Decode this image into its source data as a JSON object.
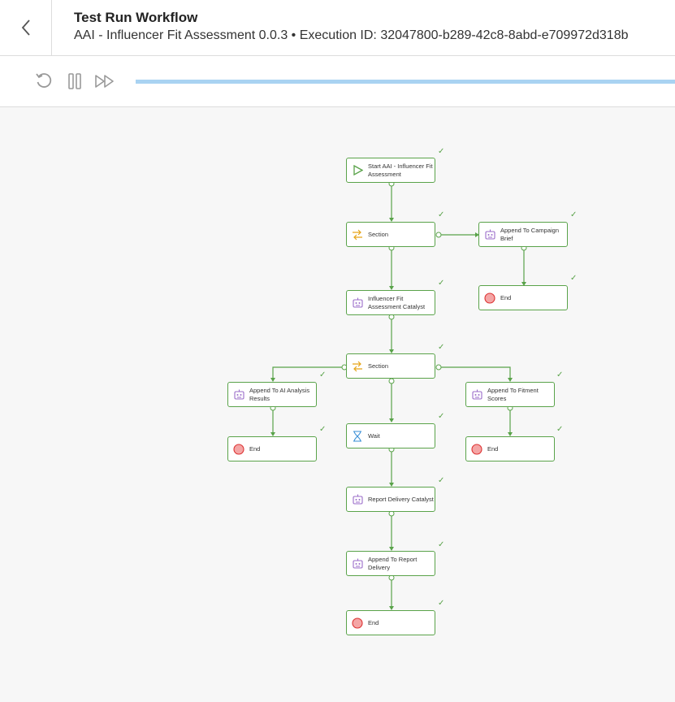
{
  "header": {
    "title": "Test Run Workflow",
    "subtitle": "AAI - Influencer Fit Assessment 0.0.3 • Execution ID: 32047800-b289-42c8-8abd-e709972d318b"
  },
  "toolbar": {
    "buttons": [
      "restart-icon",
      "pause-icon",
      "fast-forward-icon"
    ],
    "progress_fraction": 1.0
  },
  "colors": {
    "node_border": "#5aa34a",
    "progress": "#a9d3f2",
    "canvas_bg": "#f7f7f7",
    "end_red": "#e05656",
    "section_orange": "#e6a417",
    "agent_purple": "#9b6dc9",
    "wait_blue": "#3a8fd6"
  },
  "nodes": {
    "start": {
      "label": "Start AAI - Influencer Fit Assessment",
      "icon": "play-icon",
      "status": "complete"
    },
    "section1": {
      "label": "Section",
      "icon": "section-arrows-icon",
      "status": "complete"
    },
    "append_campaign": {
      "label": "Append To Campaign Brief",
      "icon": "agent-icon",
      "status": "complete"
    },
    "end_campaign": {
      "label": "End",
      "icon": "end-icon",
      "status": "complete"
    },
    "catalyst": {
      "label": "Influencer Fit Assessment Catalyst",
      "icon": "agent-icon",
      "status": "complete"
    },
    "section2": {
      "label": "Section",
      "icon": "section-arrows-icon",
      "status": "complete"
    },
    "append_ai": {
      "label": "Append To AI Analysis Results",
      "icon": "agent-icon",
      "status": "complete"
    },
    "end_ai": {
      "label": "End",
      "icon": "end-icon",
      "status": "complete"
    },
    "append_fitment": {
      "label": "Append To Fitment Scores",
      "icon": "agent-icon",
      "status": "complete"
    },
    "end_fitment": {
      "label": "End",
      "icon": "end-icon",
      "status": "complete"
    },
    "wait": {
      "label": "Wait",
      "icon": "hourglass-icon",
      "status": "complete"
    },
    "report_catalyst": {
      "label": "Report Delivery Catalyst",
      "icon": "agent-icon",
      "status": "complete"
    },
    "append_report": {
      "label": "Append To Report Delivery",
      "icon": "agent-icon",
      "status": "complete"
    },
    "end_main": {
      "label": "End",
      "icon": "end-icon",
      "status": "complete"
    }
  }
}
